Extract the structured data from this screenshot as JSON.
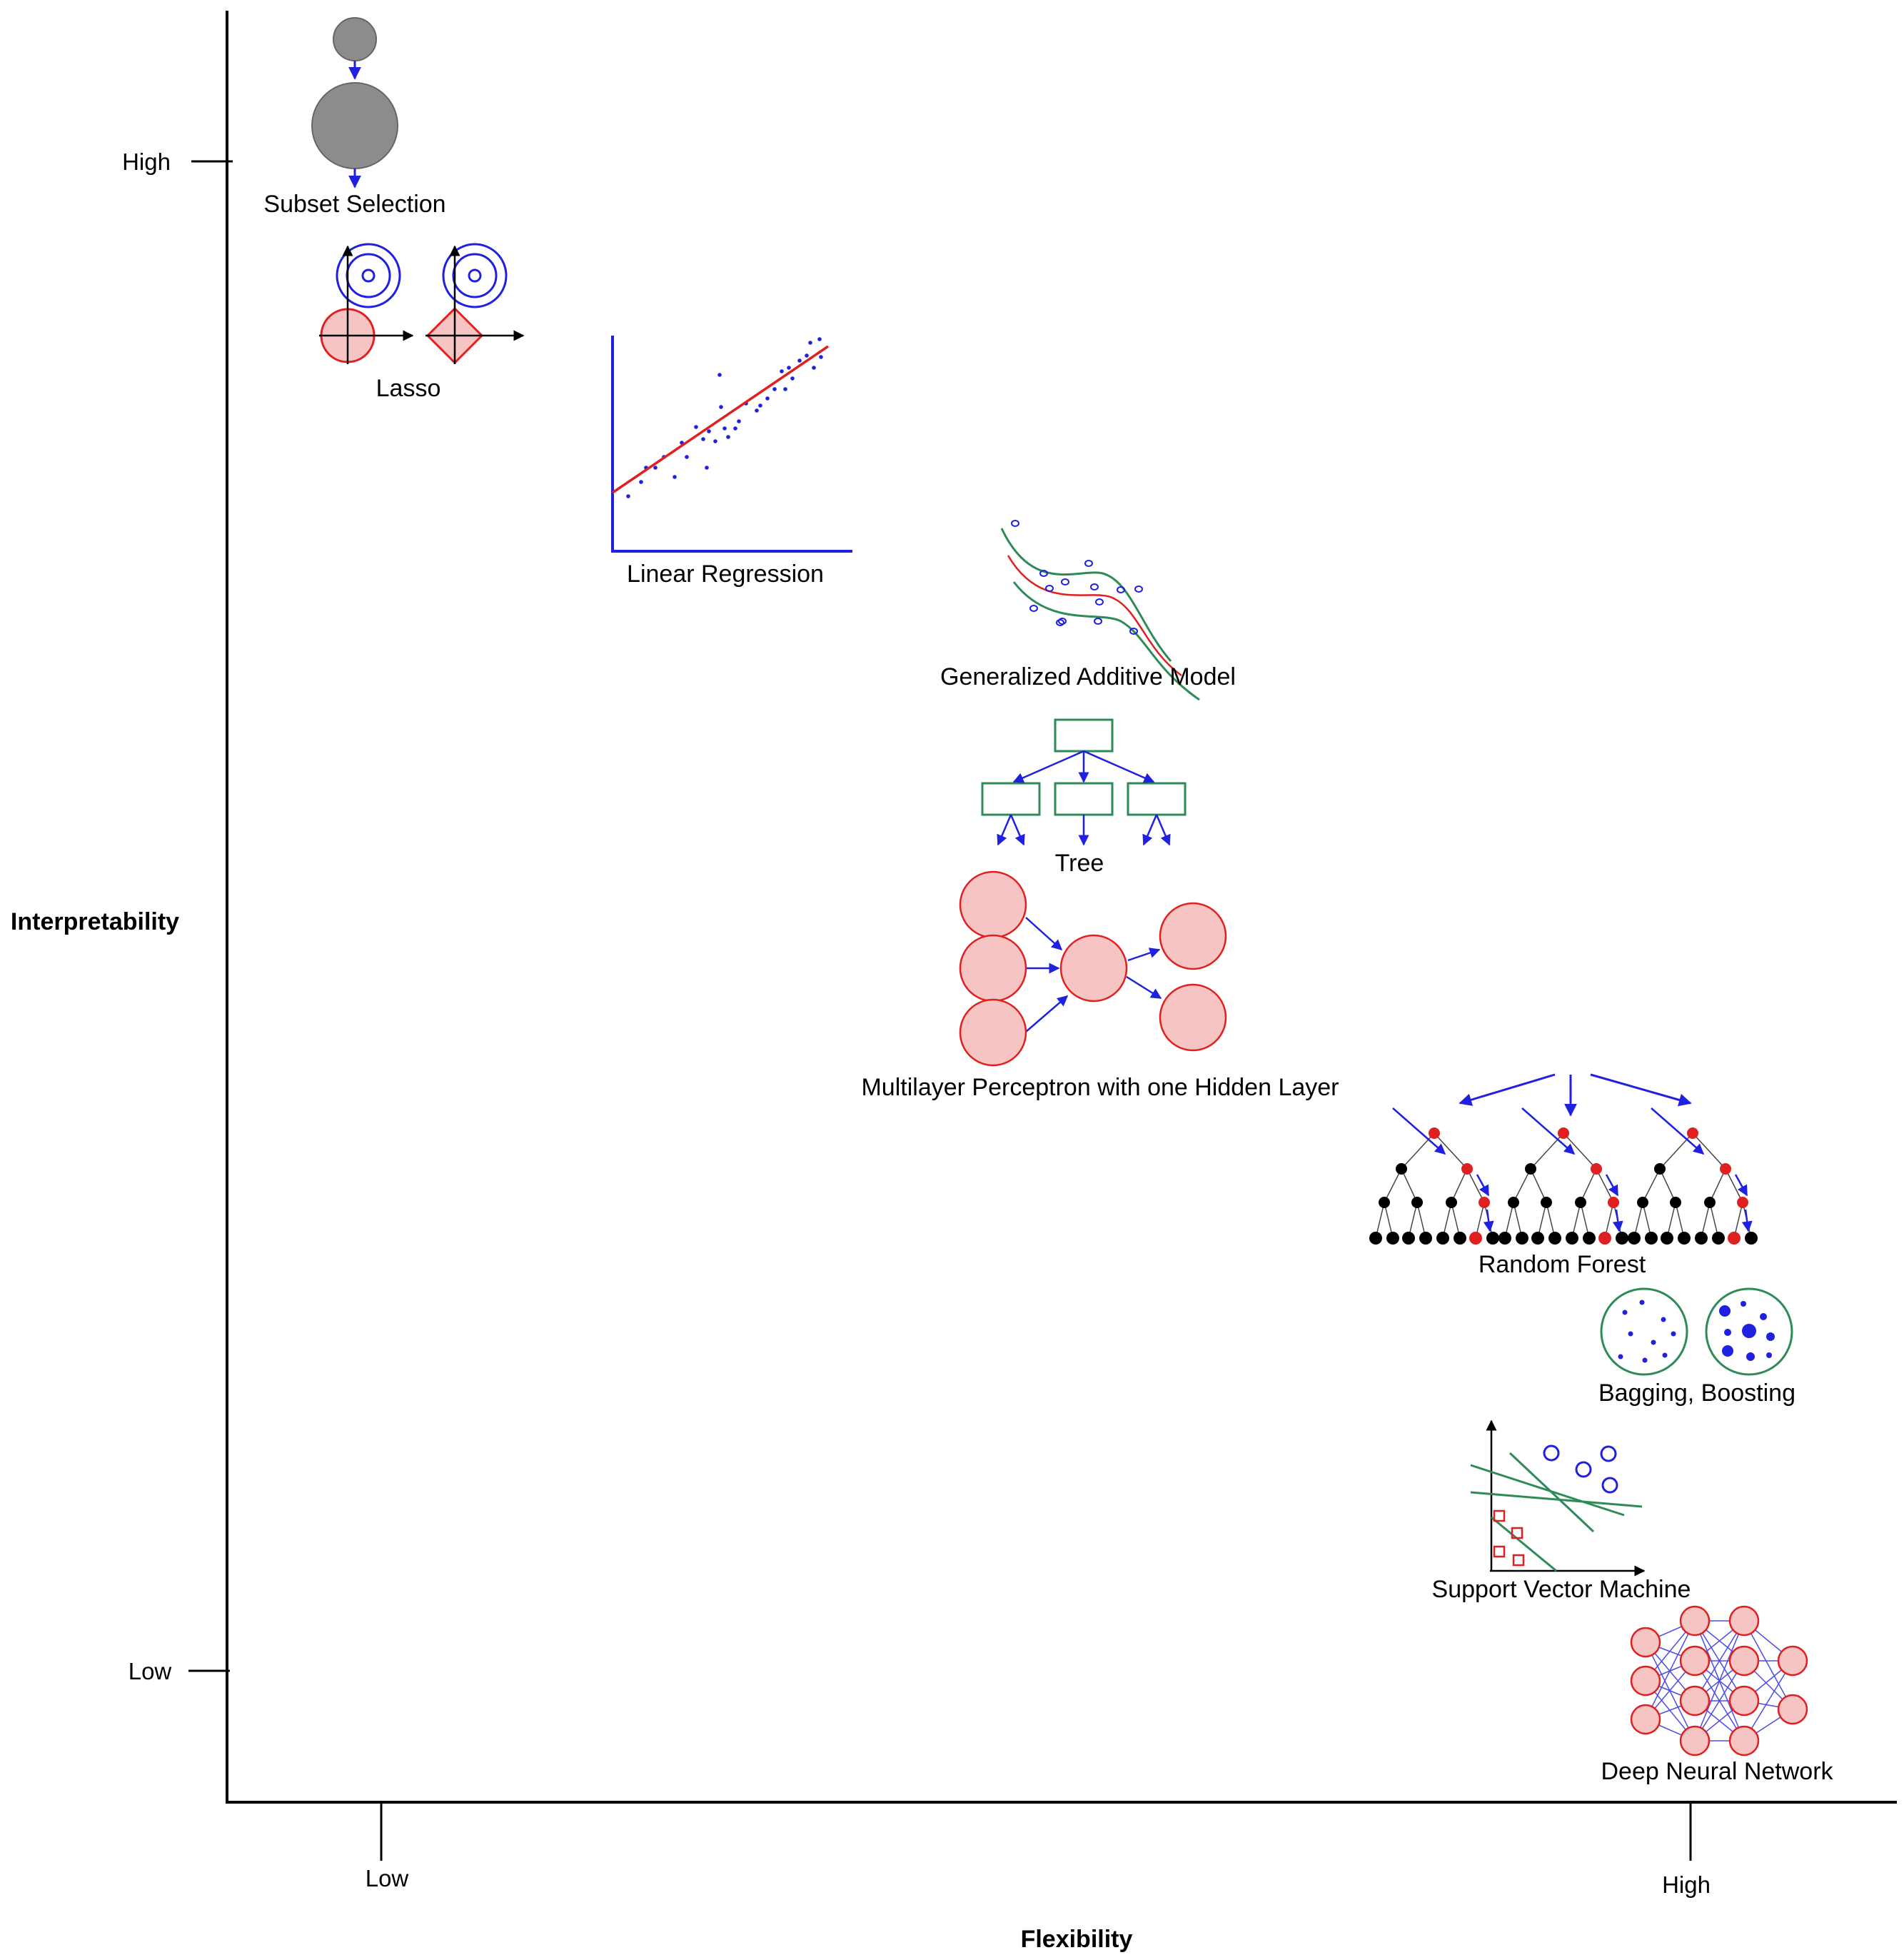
{
  "axes": {
    "y_title": "Interpretability",
    "x_title": "Flexibility",
    "y_ticks": [
      "High",
      "Low"
    ],
    "x_ticks": [
      "Low",
      "High"
    ]
  },
  "methods": [
    {
      "id": "subset-selection",
      "label": "Subset Selection"
    },
    {
      "id": "lasso",
      "label": "Lasso"
    },
    {
      "id": "linear-regression",
      "label": "Linear Regression"
    },
    {
      "id": "gam",
      "label": "Generalized Additive Model"
    },
    {
      "id": "tree",
      "label": "Tree"
    },
    {
      "id": "mlp",
      "label": "Multilayer Perceptron with one Hidden Layer"
    },
    {
      "id": "random-forest",
      "label": "Random Forest"
    },
    {
      "id": "bagging-boosting",
      "label": "Bagging, Boosting"
    },
    {
      "id": "svm",
      "label": "Support Vector Machine"
    },
    {
      "id": "dnn",
      "label": "Deep Neural Network"
    }
  ],
  "colors": {
    "axis": "#000000",
    "blue": "#2020e0",
    "red": "#e02020",
    "pink_fill": "#f7c4c4",
    "green": "#2e8b57",
    "gray": "#8c8c8c"
  }
}
